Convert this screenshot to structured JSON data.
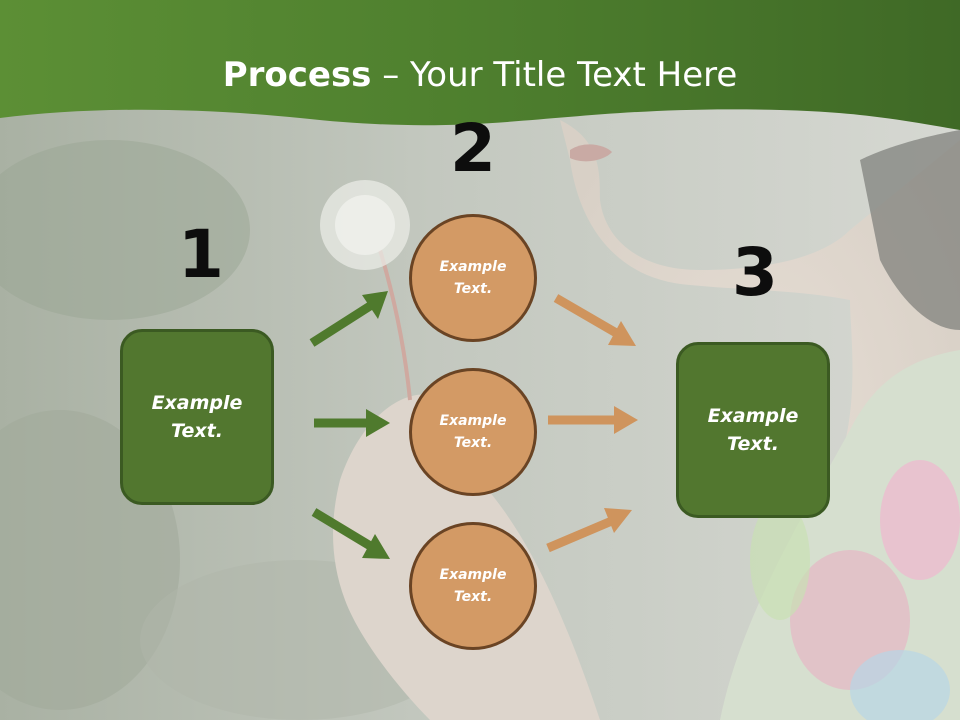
{
  "title": {
    "bold": "Process",
    "rest": " – Your Title Text Here"
  },
  "steps": {
    "one": "1",
    "two": "2",
    "three": "3"
  },
  "left_box": {
    "text": "Example Text."
  },
  "right_box": {
    "text": "Example Text."
  },
  "circles": [
    {
      "text": "Example Text."
    },
    {
      "text": "Example Text."
    },
    {
      "text": "Example Text."
    }
  ],
  "colors": {
    "header_green": "#4e7d2e",
    "box_green": "#52772f",
    "circle_orange": "#d39a65",
    "arrow_green": "#4f7a2d",
    "arrow_orange": "#cf945d"
  }
}
